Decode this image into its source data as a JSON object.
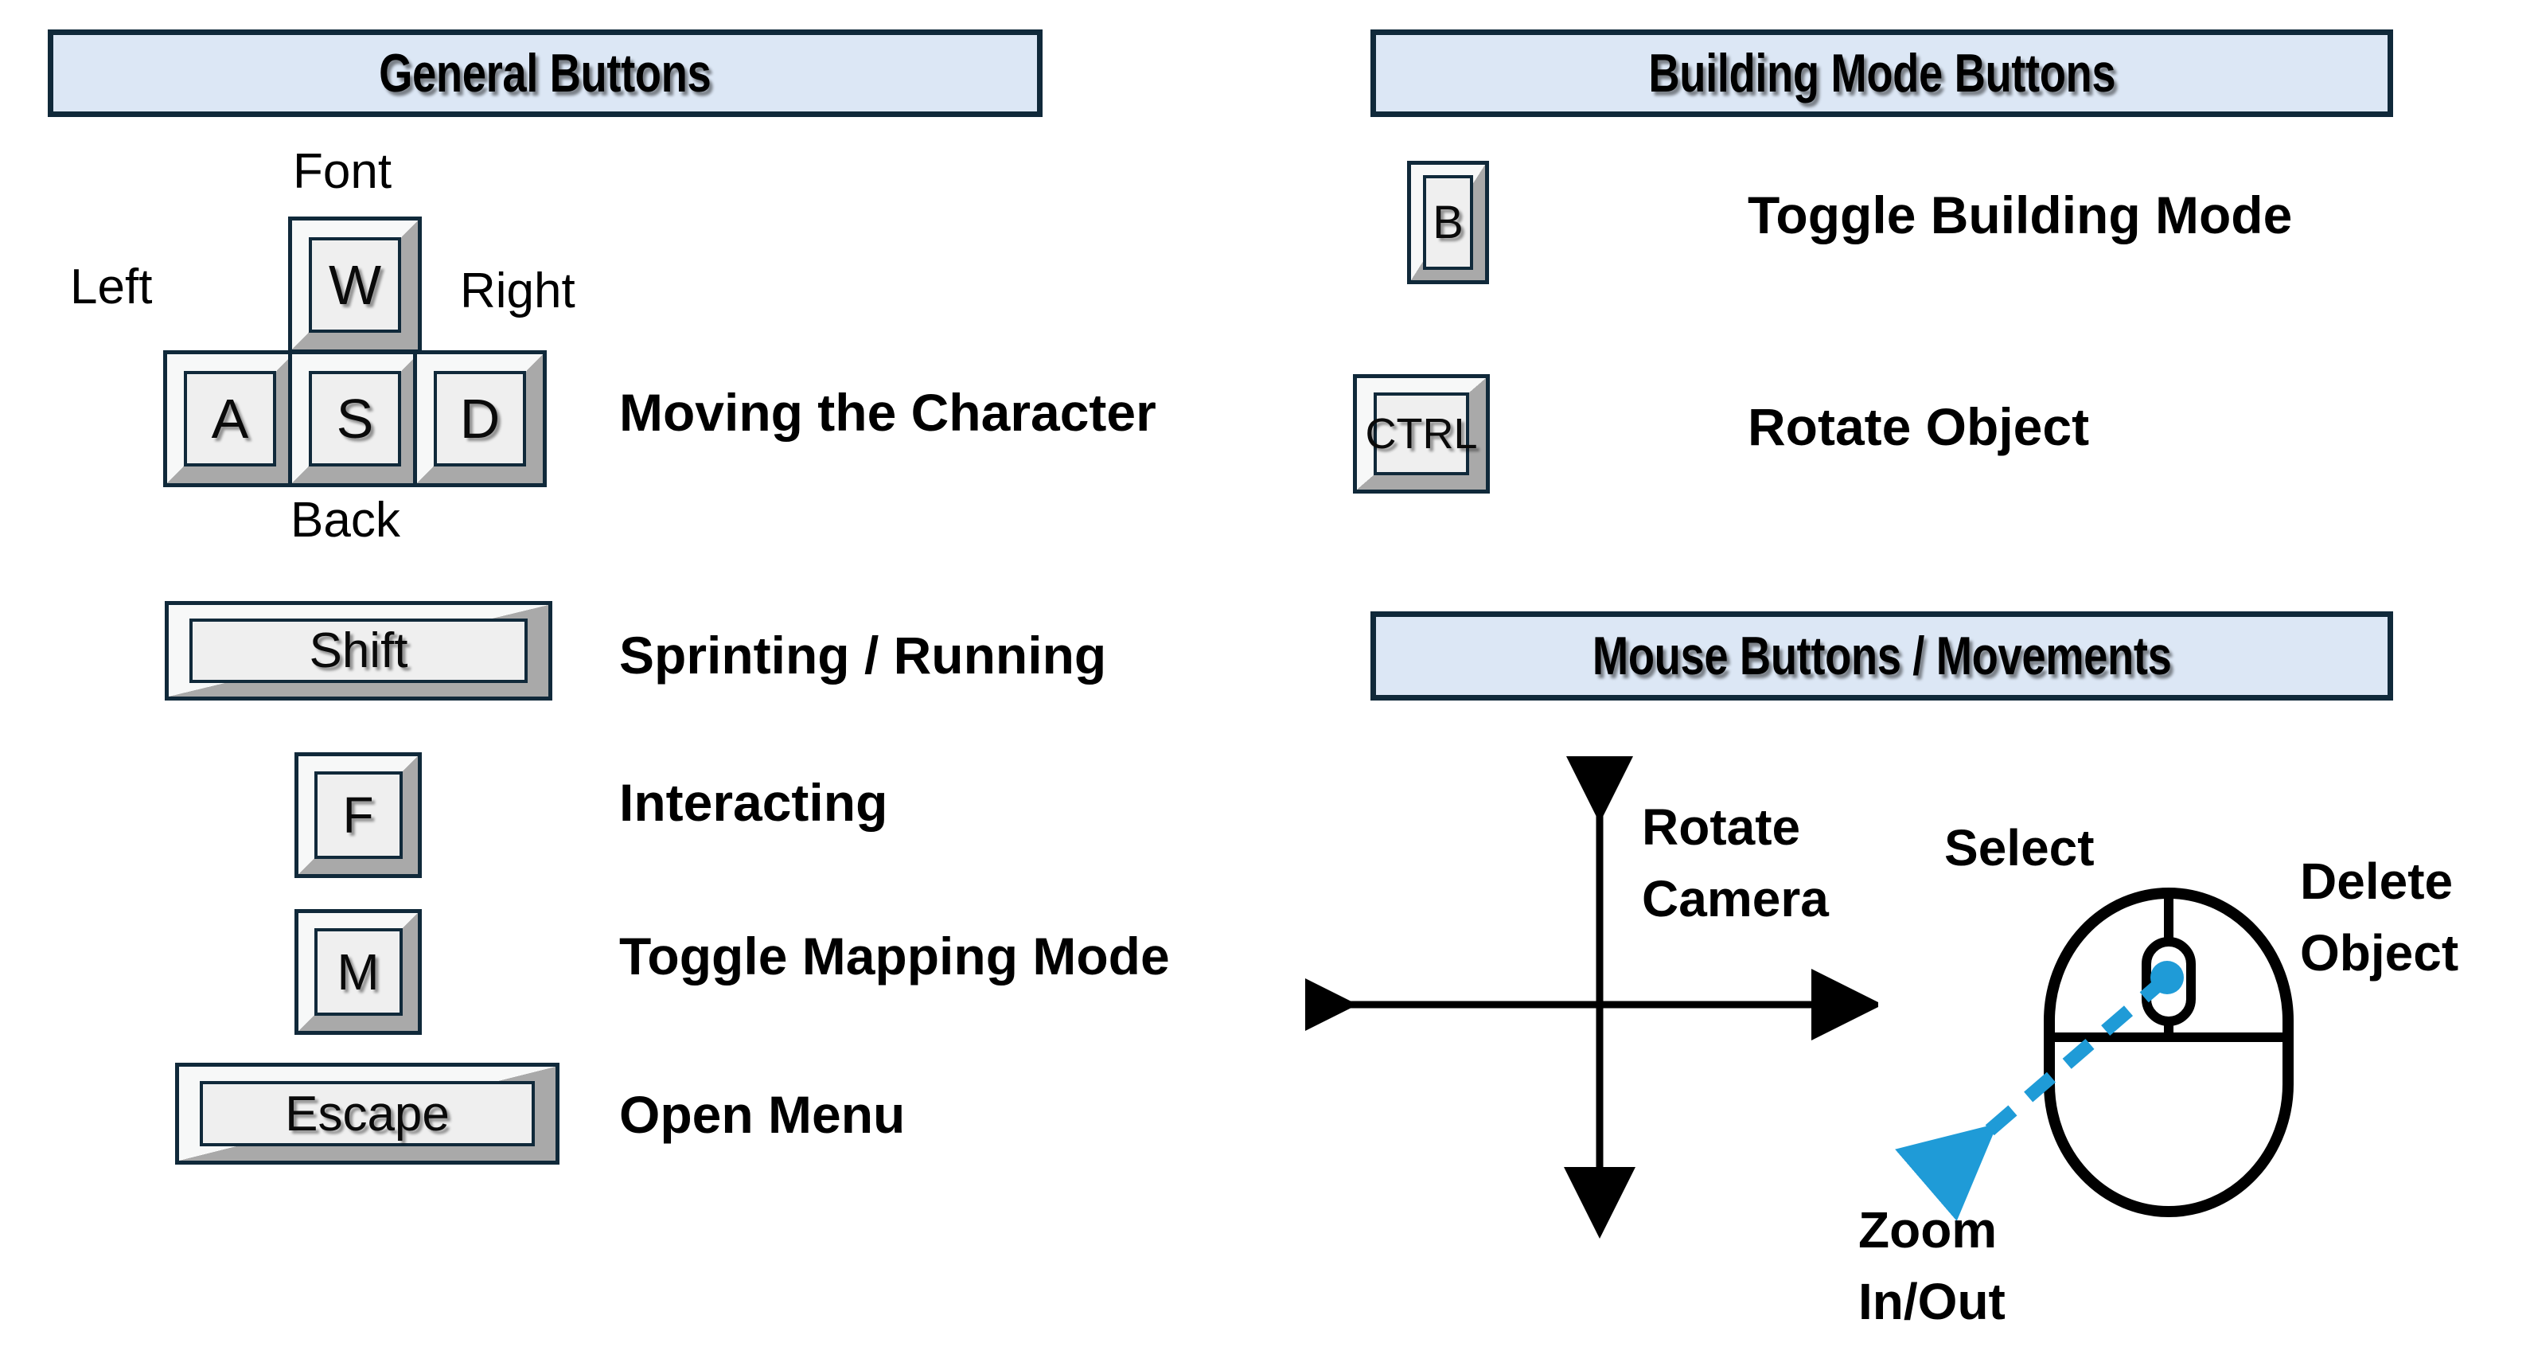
{
  "sections": {
    "general": {
      "title": "General Buttons"
    },
    "building": {
      "title": "Building Mode Buttons"
    },
    "mouse": {
      "title": "Mouse Buttons / Movements"
    }
  },
  "wasd": {
    "keys": {
      "up": "W",
      "left": "A",
      "down": "S",
      "right": "D"
    },
    "direction_labels": {
      "up": "Font",
      "left": "Left",
      "right": "Right",
      "down": "Back"
    },
    "description": "Moving the Character"
  },
  "general_rows": [
    {
      "key": "Shift",
      "description": "Sprinting / Running"
    },
    {
      "key": "F",
      "description": "Interacting"
    },
    {
      "key": "M",
      "description": "Toggle Mapping Mode"
    },
    {
      "key": "Escape",
      "description": "Open Menu"
    }
  ],
  "building_rows": [
    {
      "key": "B",
      "description": "Toggle Building Mode"
    },
    {
      "key": "CTRL",
      "description": "Rotate Object"
    }
  ],
  "mouse_diagram": {
    "rotate_label_line1": "Rotate",
    "rotate_label_line2": "Camera",
    "select_label": "Select",
    "delete_label_line1": "Delete",
    "delete_label_line2": "Object",
    "zoom_label_line1": "Zoom",
    "zoom_label_line2": "In/Out"
  },
  "colors": {
    "banner_fill": "#dce7f5",
    "banner_border": "#10293a",
    "key_border": "#10293a",
    "key_face": "#efefef",
    "key_bevel_shadow": "#a9a9a9",
    "accent_blue": "#1f9bd7",
    "text": "#000000"
  }
}
